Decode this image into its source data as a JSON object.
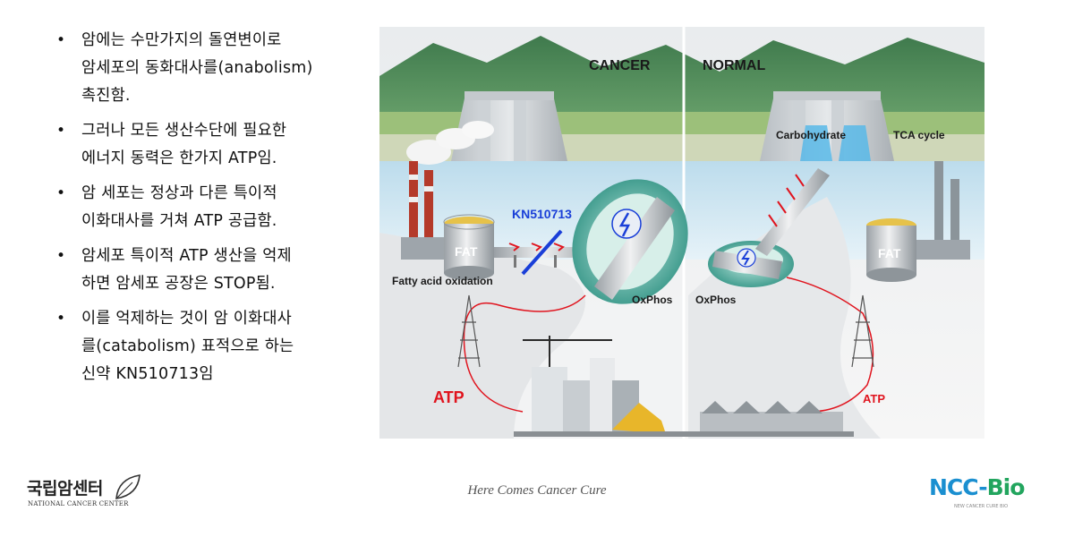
{
  "bullets": [
    {
      "lines": [
        "암에는 수만가지의 돌연변이로",
        "암세포의 동화대사를(anabolism)",
        "촉진함."
      ]
    },
    {
      "lines": [
        "그러나 모든 생산수단에 필요한",
        "에너지 동력은 한가지 ATP임."
      ]
    },
    {
      "lines": [
        "암 세포는 정상과 다른 특이적",
        "이화대사를 거쳐 ATP 공급함."
      ]
    },
    {
      "lines": [
        "암세포 특이적 ATP 생산을 억제",
        "하면 암세포 공장은 STOP됨."
      ]
    },
    {
      "lines": [
        "이를 억제하는 것이 암 이화대사",
        "를(catabolism) 표적으로 하는",
        "신약 KN510713임"
      ]
    }
  ],
  "bullet_symbol": "•",
  "diagram": {
    "cancer_label": "CANCER",
    "normal_label": "NORMAL",
    "carbohydrate_label": "Carbohydrate",
    "tca_label": "TCA cycle",
    "drug_label": "KN510713",
    "fat_label_left": "FAT",
    "fat_label_right": "FAT",
    "fatty_acid_label": "Fatty acid oxidation",
    "oxphos_cancer_label": "OxPhos",
    "oxphos_normal_label": "OxPhos",
    "atp_cancer_label": "ATP",
    "atp_normal_label": "ATP",
    "colors": {
      "sky": "#f2f2f2",
      "mountain": "#4a8a5a",
      "water": "#cfe6f2",
      "land": "#d9dbdd",
      "atp_red": "#e0141e",
      "drug_blue": "#1a3fd8",
      "teal": "#2f9a8a"
    }
  },
  "footer": {
    "nc_korean": "국립암센터",
    "nc_english": "NATIONAL CANCER CENTER",
    "tagline": "Here Comes Cancer Cure",
    "ncc_main": "NCC-",
    "ncc_bio": "Bio",
    "ncc_sub": "NEW CANCER CURE BIO"
  }
}
